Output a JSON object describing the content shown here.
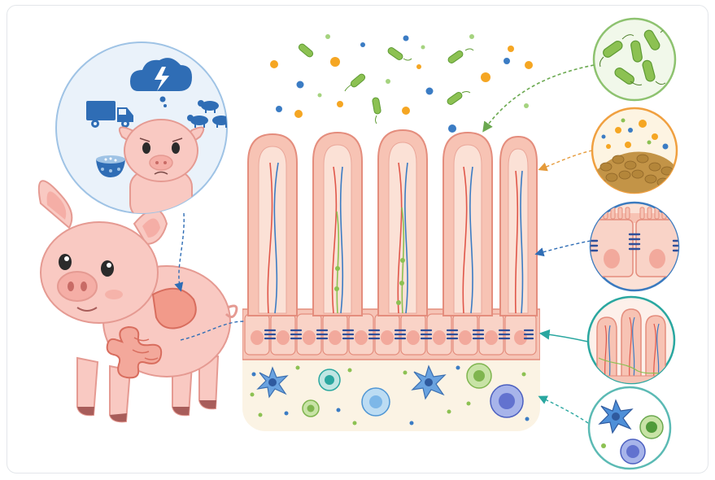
{
  "figure": {
    "theme": "pig intestinal health illustration",
    "colors": {
      "pig_skin": "#f9c9c2",
      "pig_outline": "#e59a92",
      "villus_fill": "#f7c3b4",
      "villus_outline": "#e48d7d",
      "lamina_fill": "#fbf3e4",
      "bacteria_green": "#8cc152",
      "dot_orange": "#f5a623",
      "dot_blue": "#3b7cc4",
      "tight_junction": "#2f4f9a",
      "stress_blue": "#2f6db5",
      "ring_green": "#8dc26f",
      "ring_orange": "#f0a040",
      "ring_blue": "#3a7abf",
      "ring_teal": "#2aa7a0",
      "ring_teal_light": "#5bbab4"
    }
  },
  "stress_panel": {
    "icons": [
      "storm-cloud-lightning-icon",
      "transport-truck-icon",
      "pig-group-icon",
      "feed-bowl-icon",
      "sad-piglet-icon"
    ]
  },
  "insets": [
    {
      "id": "microbiota",
      "icon": "bacteria-icon"
    },
    {
      "id": "feed-particles",
      "icon": "feed-pellets-icon"
    },
    {
      "id": "tight-junctions",
      "icon": "epithelial-cells-icon"
    },
    {
      "id": "villus-structure",
      "icon": "villi-icon"
    },
    {
      "id": "immune-cells",
      "icon": "immune-cells-icon"
    }
  ]
}
